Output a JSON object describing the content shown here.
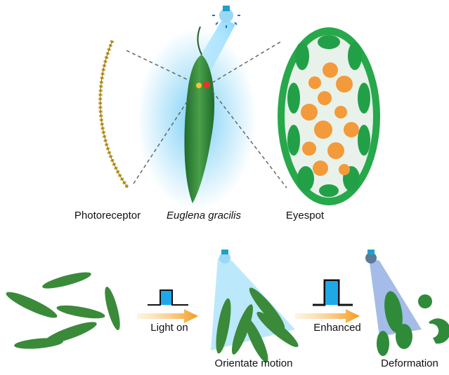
{
  "labels": {
    "photoreceptor": "Photoreceptor",
    "euglena": "Euglena gracilis",
    "eyespot": "Eyespot",
    "light_on": "Light on",
    "orientate": "Orientate motion",
    "enhanced": "Enhanced",
    "deformation": "Deformation"
  },
  "colors": {
    "cell_green": "#2f8a3a",
    "light_blue": "#1fa8e8",
    "orange": "#f39a3a",
    "eyespot_green": "#27a84a"
  }
}
